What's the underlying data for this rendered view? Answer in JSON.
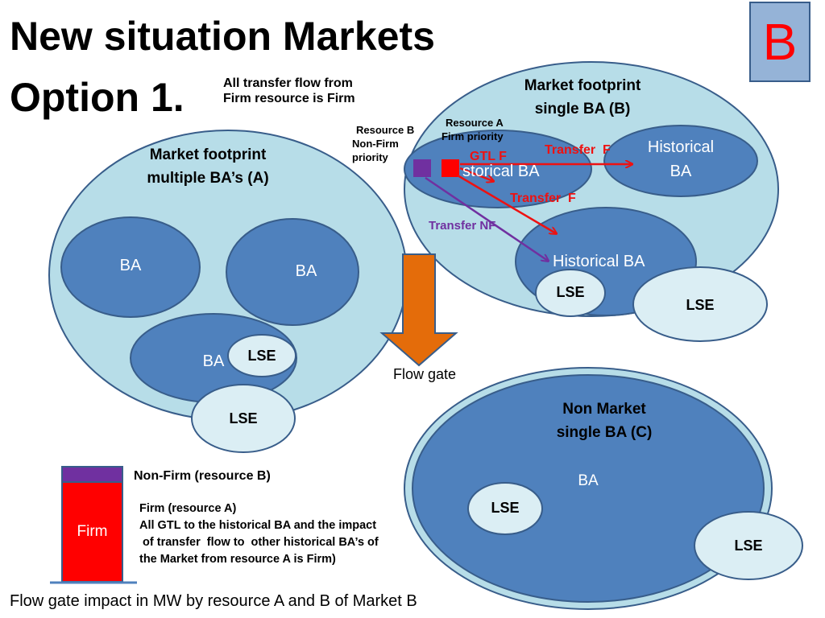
{
  "title": {
    "line1": "New situation Markets",
    "line2": "Option 1."
  },
  "corner_badge": "B",
  "note_transfer": {
    "line1": "All transfer flow from",
    "line2": "Firm resource is Firm"
  },
  "resource_b": {
    "line1": "Resource B",
    "line2": "Non-Firm",
    "line3": "priority"
  },
  "resource_a": {
    "line1": "Resource A",
    "line2": "Firm priority"
  },
  "market_a": {
    "line1": "Market footprint",
    "line2": "multiple BA’s (A)",
    "ba_1": "BA",
    "ba_2": "BA",
    "ba_3": "BA",
    "lse_1": "LSE",
    "lse_2": "LSE"
  },
  "market_b": {
    "line1": "Market footprint",
    "line2": "single BA (B)",
    "hist_ba_1": "storical BA",
    "hist_ba_2_line1": "Historical",
    "hist_ba_2_line2": "BA",
    "hist_ba_3": "Historical BA",
    "lse_1": "LSE",
    "lse_2": "LSE",
    "gtl_label": "GTL F",
    "transfer_f_1": "Transfer  F",
    "transfer_f_2": "Transfer  F",
    "transfer_nf": "Transfer NF"
  },
  "flow_gate_label": "Flow gate",
  "market_c": {
    "line1": "Non Market",
    "line2": "single BA (C)",
    "ba": "BA",
    "lse_1": "LSE",
    "lse_2": "LSE"
  },
  "legend": {
    "non_firm": "Non-Firm (resource B)",
    "firm_bar_label": "Firm",
    "firm_title": "Firm (resource A)",
    "firm_desc_1": "All GTL to the historical BA and the impact",
    "firm_desc_2": " of transfer  flow to  other historical BA’s of",
    "firm_desc_3": "the Market from resource A is Firm)"
  },
  "caption": "Flow gate impact in MW by resource A and B of Market B",
  "colors": {
    "light_blue": "#b7dde8",
    "mid_blue": "#4f81bd",
    "dark_outline": "#385d8a",
    "lse_fill": "#dbeef4",
    "firm_red": "#ff0000",
    "non_firm_purple": "#7030a0",
    "arrow_orange": "#e46c0a",
    "badge_fill": "#95b3d7"
  },
  "bar_chart": {
    "non_firm_share": 0.14,
    "firm_share": 0.86
  }
}
